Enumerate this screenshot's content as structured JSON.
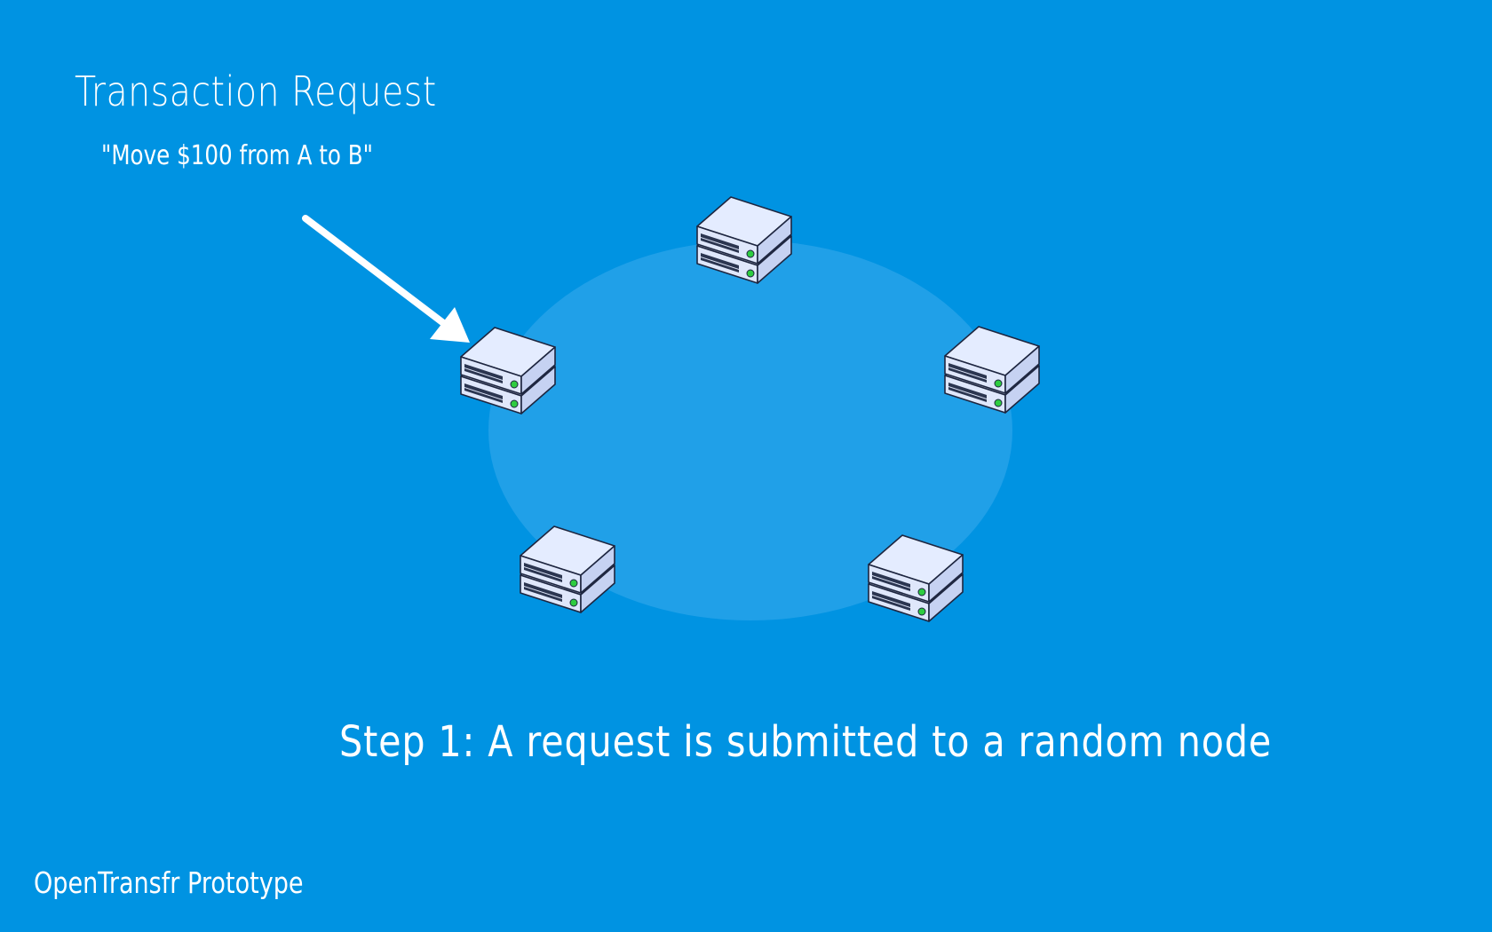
{
  "request": {
    "title": "Transaction Request",
    "detail": "\"Move $100 from A to B\""
  },
  "step": {
    "caption": "Step 1: A request is submitted to a random node"
  },
  "footer": {
    "label": "OpenTransfr Prototype"
  },
  "network": {
    "nodes": [
      "server-node",
      "server-node",
      "server-node",
      "server-node",
      "server-node"
    ],
    "target_node_index": 0
  },
  "colors": {
    "background": "#0093e2",
    "network_area": "#20a0e8",
    "server_top": "#e4ecff",
    "server_side": "#c6d2f2",
    "server_slot": "#2b3550",
    "server_led": "#2ecc40"
  }
}
